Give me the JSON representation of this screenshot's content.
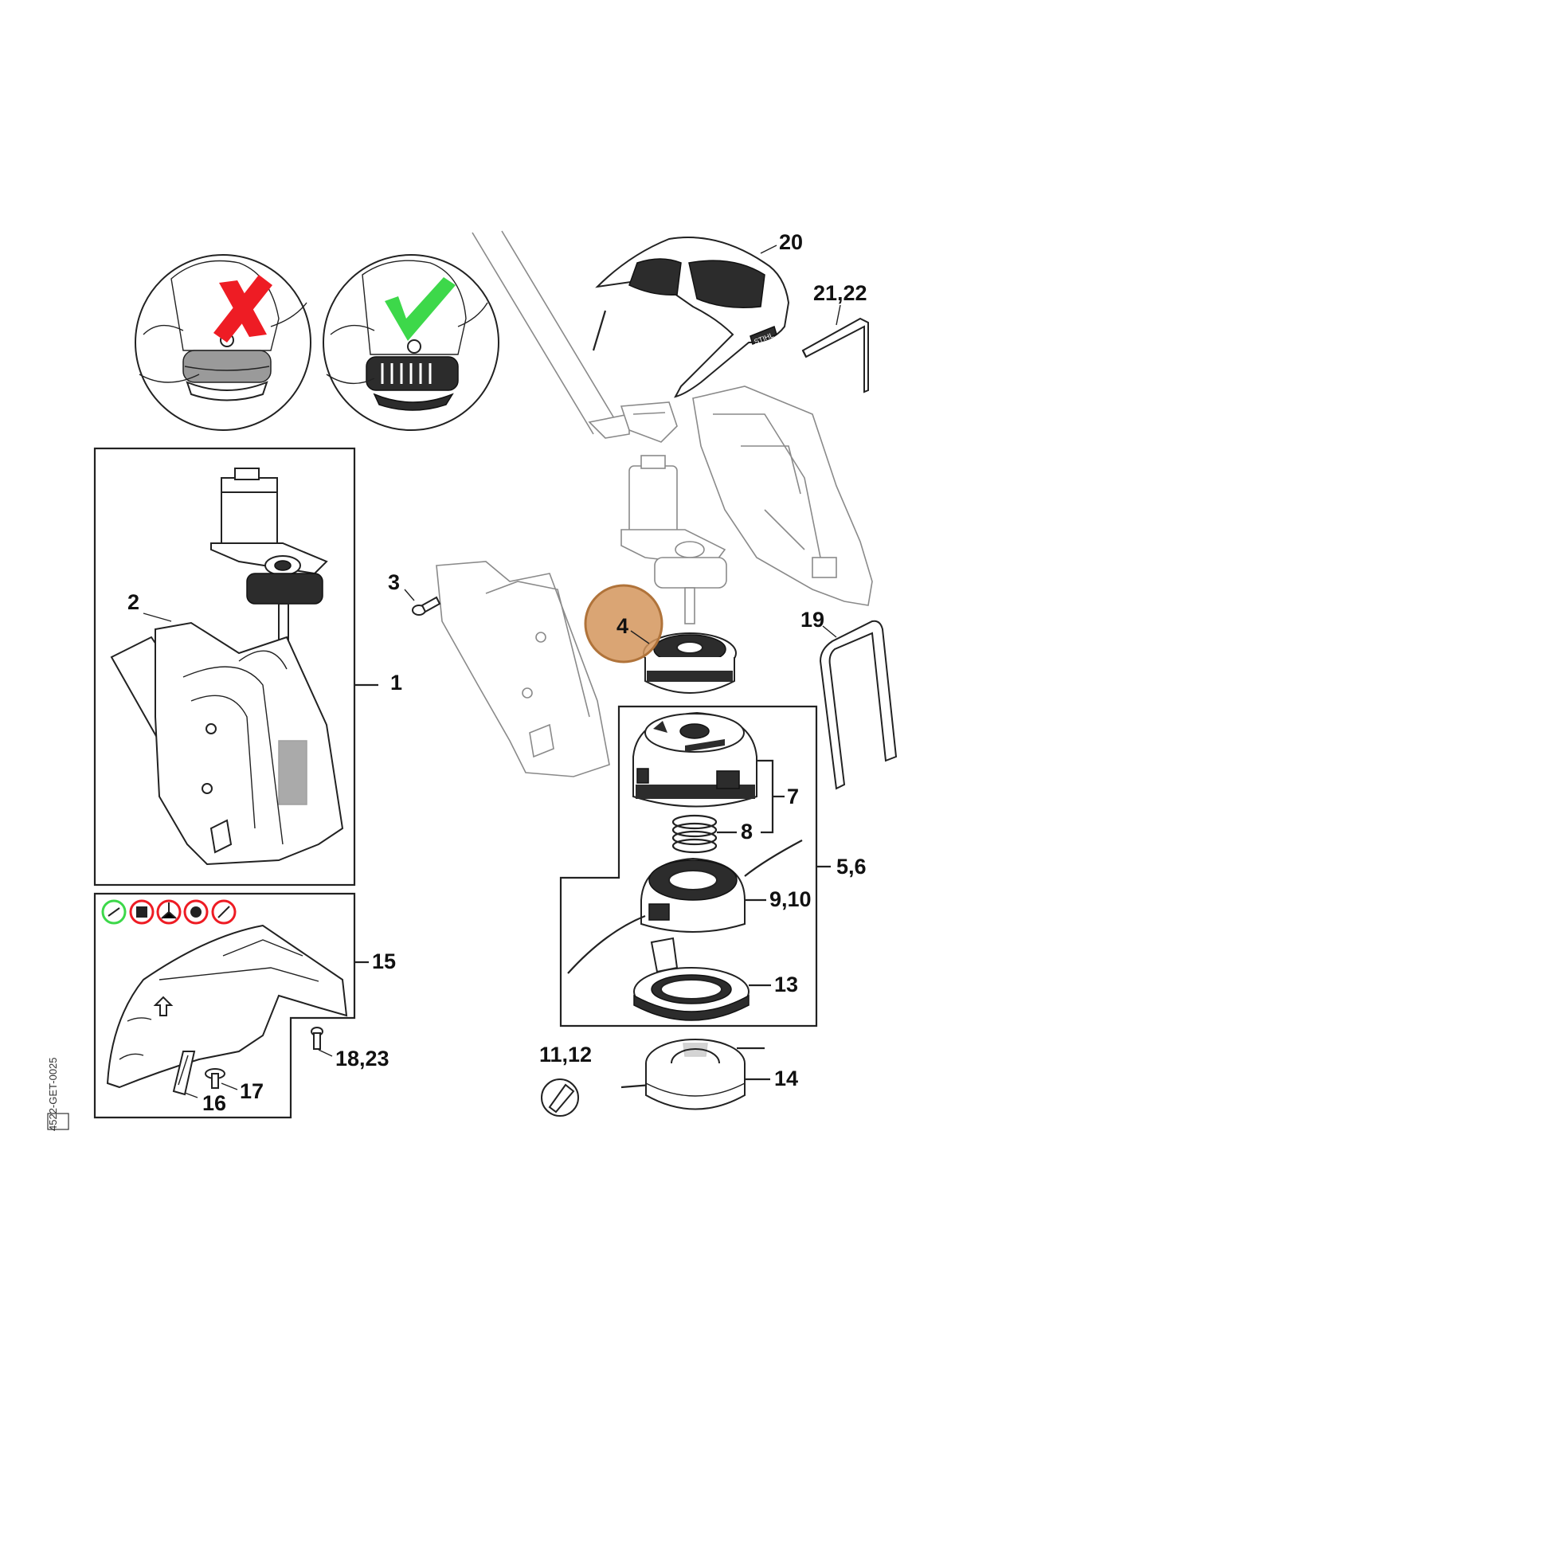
{
  "labels": {
    "p1": "1",
    "p2": "2",
    "p3": "3",
    "p4": "4",
    "p5_6": "5,6",
    "p7": "7",
    "p8": "8",
    "p9_10": "9,10",
    "p11_12": "11,12",
    "p13": "13",
    "p14": "14",
    "p15": "15",
    "p16": "16",
    "p17": "17",
    "p18_23": "18,23",
    "p19": "19",
    "p20": "20",
    "p21_22": "21,22"
  },
  "highlight": {
    "color": "#d4955c",
    "border": "#b0733a"
  },
  "indicators": {
    "wrong_color": "#ee1c24",
    "right_color": "#3dd84a"
  },
  "document_code": "4522-GET-0025",
  "logo_text": "STIHL"
}
